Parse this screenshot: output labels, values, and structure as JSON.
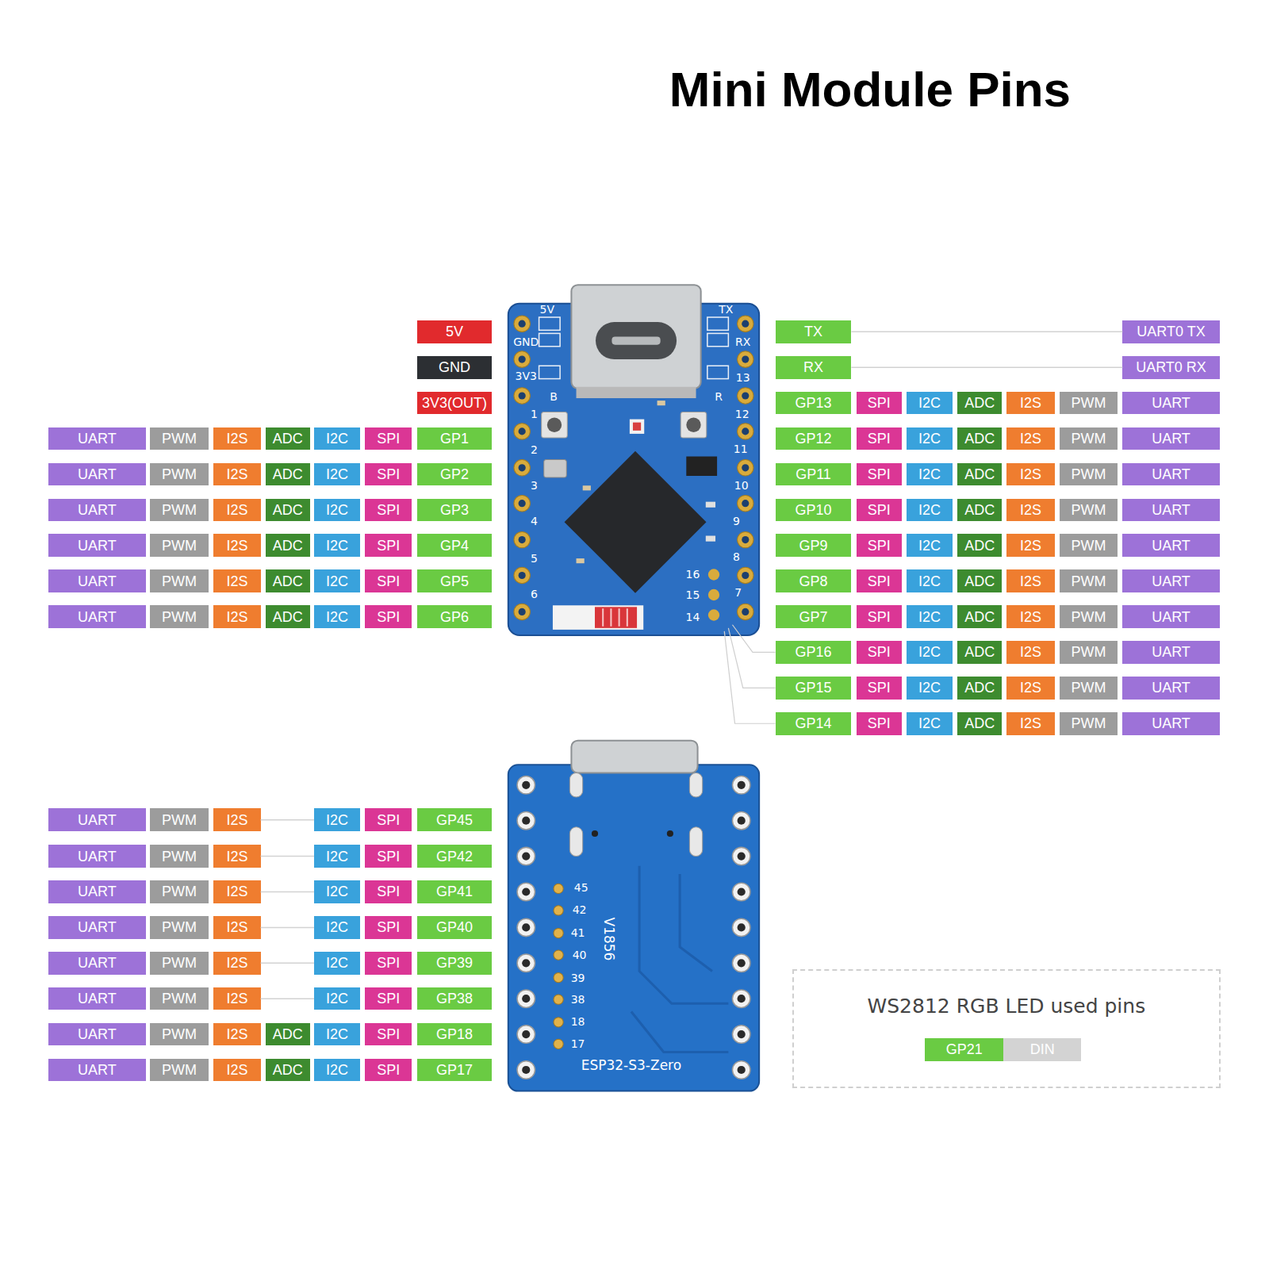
{
  "diagram": {
    "title": "Mini Module Pins",
    "nodes": [
      {
        "text": [
          "5V"
        ]
      },
      {
        "text": [
          "TX"
        ]
      },
      {
        "text": [
          "UART0 TX"
        ]
      },
      {
        "text": [
          "GND"
        ]
      },
      {
        "text": [
          "RX"
        ]
      },
      {
        "text": [
          "UART0 RX"
        ]
      },
      {
        "text": [
          "3V3(OUT)"
        ]
      },
      {
        "text": [
          "GP13"
        ]
      },
      {
        "text": [
          "SPI"
        ]
      },
      {
        "text": [
          "I2C"
        ]
      },
      {
        "text": [
          "ADC"
        ]
      },
      {
        "text": [
          "I2S"
        ]
      },
      {
        "text": [
          "PWM"
        ]
      },
      {
        "text": [
          "UART"
        ]
      },
      {
        "text": [
          "UART"
        ]
      },
      {
        "text": [
          "PWM"
        ]
      },
      {
        "text": [
          "I2S"
        ]
      },
      {
        "text": [
          "ADC"
        ]
      },
      {
        "text": [
          "I2C"
        ]
      },
      {
        "text": [
          "SPI"
        ]
      },
      {
        "text": [
          "GP1"
        ]
      },
      {
        "text": [
          "GP12"
        ]
      },
      {
        "text": [
          "SPI"
        ]
      },
      {
        "text": [
          "I2C"
        ]
      },
      {
        "text": [
          "ADC"
        ]
      },
      {
        "text": [
          "I2S"
        ]
      },
      {
        "text": [
          "PWM"
        ]
      },
      {
        "text": [
          "UART"
        ]
      },
      {
        "text": [
          "UART"
        ]
      },
      {
        "text": [
          "PWM"
        ]
      },
      {
        "text": [
          "I2S"
        ]
      },
      {
        "text": [
          "ADC"
        ]
      },
      {
        "text": [
          "I2C"
        ]
      },
      {
        "text": [
          "SPI"
        ]
      },
      {
        "text": [
          "GP2"
        ]
      },
      {
        "text": [
          "GP11"
        ]
      },
      {
        "text": [
          "SPI"
        ]
      },
      {
        "text": [
          "I2C"
        ]
      },
      {
        "text": [
          "ADC"
        ]
      },
      {
        "text": [
          "I2S"
        ]
      },
      {
        "text": [
          "PWM"
        ]
      },
      {
        "text": [
          "UART"
        ]
      },
      {
        "text": [
          "UART"
        ]
      },
      {
        "text": [
          "PWM"
        ]
      },
      {
        "text": [
          "I2S"
        ]
      },
      {
        "text": [
          "ADC"
        ]
      },
      {
        "text": [
          "I2C"
        ]
      },
      {
        "text": [
          "SPI"
        ]
      },
      {
        "text": [
          "GP3"
        ]
      },
      {
        "text": [
          "GP10"
        ]
      },
      {
        "text": [
          "SPI"
        ]
      },
      {
        "text": [
          "I2C"
        ]
      },
      {
        "text": [
          "ADC"
        ]
      },
      {
        "text": [
          "I2S"
        ]
      },
      {
        "text": [
          "PWM"
        ]
      },
      {
        "text": [
          "UART"
        ]
      },
      {
        "text": [
          "UART"
        ]
      },
      {
        "text": [
          "PWM"
        ]
      },
      {
        "text": [
          "I2S"
        ]
      },
      {
        "text": [
          "ADC"
        ]
      },
      {
        "text": [
          "I2C"
        ]
      },
      {
        "text": [
          "SPI"
        ]
      },
      {
        "text": [
          "GP4"
        ]
      },
      {
        "text": [
          "GP9"
        ]
      },
      {
        "text": [
          "SPI"
        ]
      },
      {
        "text": [
          "I2C"
        ]
      },
      {
        "text": [
          "ADC"
        ]
      },
      {
        "text": [
          "I2S"
        ]
      },
      {
        "text": [
          "PWM"
        ]
      },
      {
        "text": [
          "UART"
        ]
      },
      {
        "text": [
          "UART"
        ]
      },
      {
        "text": [
          "PWM"
        ]
      },
      {
        "text": [
          "I2S"
        ]
      },
      {
        "text": [
          "ADC"
        ]
      },
      {
        "text": [
          "I2C"
        ]
      },
      {
        "text": [
          "SPI"
        ]
      },
      {
        "text": [
          "GP5"
        ]
      },
      {
        "text": [
          "GP8"
        ]
      },
      {
        "text": [
          "SPI"
        ]
      },
      {
        "text": [
          "I2C"
        ]
      },
      {
        "text": [
          "ADC"
        ]
      },
      {
        "text": [
          "I2S"
        ]
      },
      {
        "text": [
          "PWM"
        ]
      },
      {
        "text": [
          "UART"
        ]
      },
      {
        "text": [
          "UART"
        ]
      },
      {
        "text": [
          "PWM"
        ]
      },
      {
        "text": [
          "I2S"
        ]
      },
      {
        "text": [
          "ADC"
        ]
      },
      {
        "text": [
          "I2C"
        ]
      },
      {
        "text": [
          "SPI"
        ]
      },
      {
        "text": [
          "GP6"
        ]
      },
      {
        "text": [
          "GP7"
        ]
      },
      {
        "text": [
          "SPI"
        ]
      },
      {
        "text": [
          "I2C"
        ]
      },
      {
        "text": [
          "ADC"
        ]
      },
      {
        "text": [
          "I2S"
        ]
      },
      {
        "text": [
          "PWM"
        ]
      },
      {
        "text": [
          "UART"
        ]
      },
      {
        "text": [
          "GP16"
        ]
      },
      {
        "text": [
          "SPI"
        ]
      },
      {
        "text": [
          "I2C"
        ]
      },
      {
        "text": [
          "ADC"
        ]
      },
      {
        "text": [
          "I2S"
        ]
      },
      {
        "text": [
          "PWM"
        ]
      },
      {
        "text": [
          "UART"
        ]
      },
      {
        "text": [
          "GP15"
        ]
      },
      {
        "text": [
          "SPI"
        ]
      },
      {
        "text": [
          "I2C"
        ]
      },
      {
        "text": [
          "ADC"
        ]
      },
      {
        "text": [
          "I2S"
        ]
      },
      {
        "text": [
          "PWM"
        ]
      },
      {
        "text": [
          "UART"
        ]
      },
      {
        "text": [
          "GP14"
        ]
      },
      {
        "text": [
          "SPI"
        ]
      },
      {
        "text": [
          "I2C"
        ]
      },
      {
        "text": [
          "ADC"
        ]
      },
      {
        "text": [
          "I2S"
        ]
      },
      {
        "text": [
          "PWM"
        ]
      },
      {
        "text": [
          "UART"
        ]
      },
      {
        "text": [
          "UART"
        ]
      },
      {
        "text": [
          "PWM"
        ]
      },
      {
        "text": [
          "I2S"
        ]
      },
      {
        "text": [
          "I2C"
        ]
      },
      {
        "text": [
          "SPI"
        ]
      },
      {
        "text": [
          "GP45"
        ]
      },
      {
        "text": [
          "UART"
        ]
      },
      {
        "text": [
          "PWM"
        ]
      },
      {
        "text": [
          "I2S"
        ]
      },
      {
        "text": [
          "I2C"
        ]
      },
      {
        "text": [
          "SPI"
        ]
      },
      {
        "text": [
          "GP42"
        ]
      },
      {
        "text": [
          "UART"
        ]
      },
      {
        "text": [
          "PWM"
        ]
      },
      {
        "text": [
          "I2S"
        ]
      },
      {
        "text": [
          "I2C"
        ]
      },
      {
        "text": [
          "SPI"
        ]
      },
      {
        "text": [
          "GP41"
        ]
      },
      {
        "text": [
          "UART"
        ]
      },
      {
        "text": [
          "PWM"
        ]
      },
      {
        "text": [
          "I2S"
        ]
      },
      {
        "text": [
          "I2C"
        ]
      },
      {
        "text": [
          "SPI"
        ]
      },
      {
        "text": [
          "GP40"
        ]
      },
      {
        "text": [
          "UART"
        ]
      },
      {
        "text": [
          "PWM"
        ]
      },
      {
        "text": [
          "I2S"
        ]
      },
      {
        "text": [
          "I2C"
        ]
      },
      {
        "text": [
          "SPI"
        ]
      },
      {
        "text": [
          "GP39"
        ]
      },
      {
        "text": [
          "UART"
        ]
      },
      {
        "text": [
          "PWM"
        ]
      },
      {
        "text": [
          "I2S"
        ]
      },
      {
        "text": [
          "I2C"
        ]
      },
      {
        "text": [
          "SPI"
        ]
      },
      {
        "text": [
          "GP38"
        ]
      },
      {
        "text": [
          "UART"
        ]
      },
      {
        "text": [
          "PWM"
        ]
      },
      {
        "text": [
          "I2S"
        ]
      },
      {
        "text": [
          "ADC"
        ]
      },
      {
        "text": [
          "I2C"
        ]
      },
      {
        "text": [
          "SPI"
        ]
      },
      {
        "text": [
          "GP18"
        ]
      },
      {
        "text": [
          "UART"
        ]
      },
      {
        "text": [
          "PWM"
        ]
      },
      {
        "text": [
          "I2S"
        ]
      },
      {
        "text": [
          "ADC"
        ]
      },
      {
        "text": [
          "I2C"
        ]
      },
      {
        "text": [
          "SPI"
        ]
      },
      {
        "text": [
          "GP17"
        ]
      },
      {
        "text": [
          "WS2812 RGB LED used pins"
        ]
      },
      {
        "text": [
          "GP21"
        ],
        "in": 169
      },
      {
        "text": [
          "DIN"
        ],
        "in": 169
      }
    ],
    "edges": [
      {
        "from": 1,
        "to": 2,
        "arrow": "none"
      },
      {
        "from": 4,
        "to": 5,
        "arrow": "none"
      },
      {
        "from": 121,
        "to": 122,
        "arrow": "none"
      },
      {
        "from": 127,
        "to": 128,
        "arrow": "none"
      },
      {
        "from": 133,
        "to": 134,
        "arrow": "none"
      },
      {
        "from": 139,
        "to": 140,
        "arrow": "none"
      },
      {
        "from": 145,
        "to": 146,
        "arrow": "none"
      },
      {
        "from": 151,
        "to": 152,
        "arrow": "none"
      }
    ],
    "labels": [
      "5V",
      "GND",
      "3V3",
      "TX",
      "RX",
      "13",
      "B",
      "R",
      "1",
      "12",
      "2",
      "11",
      "3",
      "10",
      "4",
      "9",
      "5",
      "8",
      "6",
      "16",
      "7",
      "15",
      "14",
      "45",
      "42",
      "41",
      "40",
      "39",
      "38",
      "18",
      "17",
      "V1856",
      "ESP32-S3-Zero"
    ]
  }
}
